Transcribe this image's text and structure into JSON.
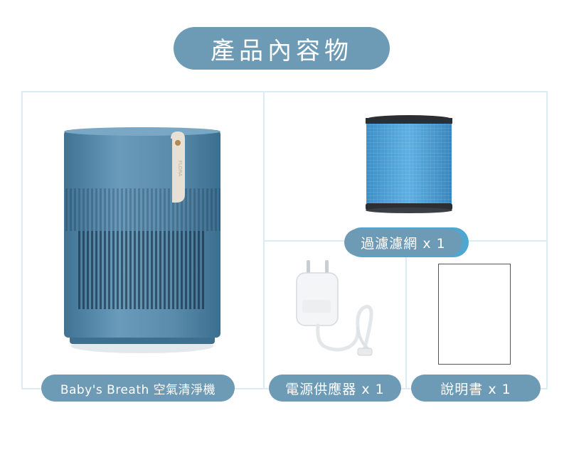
{
  "header": {
    "title": "產品內容物"
  },
  "items": {
    "purifier": {
      "label": "Baby's Breath 空氣清淨機",
      "brand_mark": "FLORA"
    },
    "filter": {
      "label": "過濾濾網 x 1"
    },
    "adapter": {
      "label": "電源供應器 x 1"
    },
    "manual": {
      "label": "說明書 x 1"
    }
  },
  "colors": {
    "pill": "#6d9ab5",
    "panel_border": "#dcecf3",
    "purifier_body": "#5a8bab",
    "filter_media": "#4d9ed6"
  }
}
